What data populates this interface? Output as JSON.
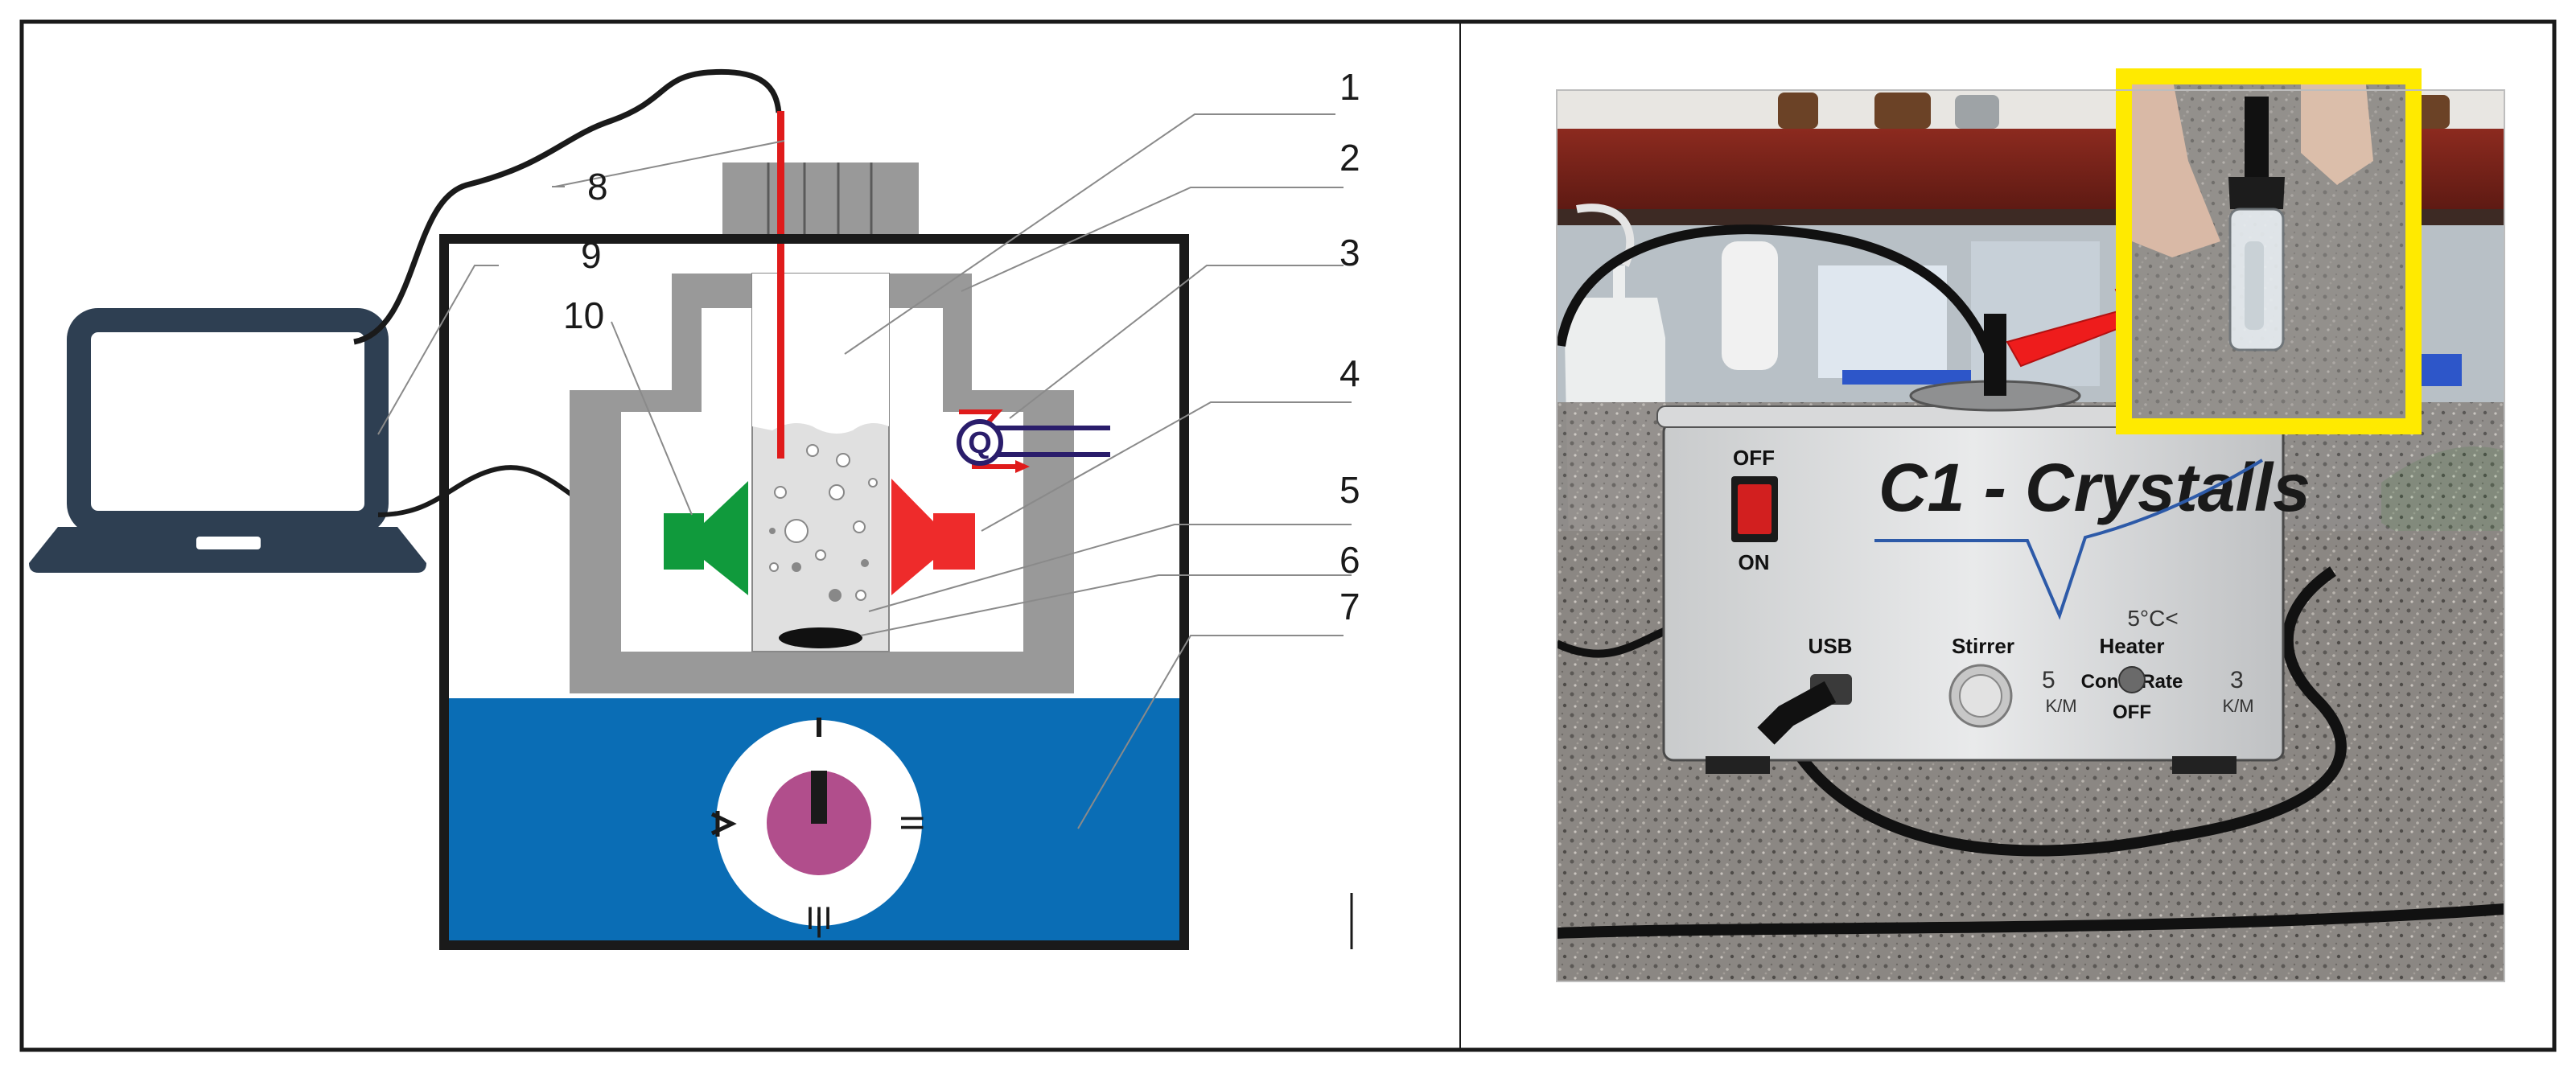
{
  "callouts": {
    "c1": "1",
    "c2": "2",
    "c3": "3",
    "c4": "4",
    "c5": "5",
    "c6": "6",
    "c7": "7",
    "c8": "8",
    "c9": "9",
    "c10": "10"
  },
  "qmeter": {
    "label": "Q"
  },
  "dial": {
    "ticks": [
      "I",
      "II",
      "III"
    ]
  },
  "device": {
    "brand": "C1 - Crystalls",
    "off_label": "OFF",
    "on_label": "ON",
    "usb_label": "USB",
    "stirrer_label": "Stirrer",
    "heater_label": "Heater",
    "handwritten_temp": "5°C<",
    "handwritten_left": "5",
    "handwritten_right": "3",
    "const_rate_label": "Const  Rate",
    "unit_left": "K/M",
    "unit_right": "K/M",
    "heater_off_label": "OFF"
  },
  "colors": {
    "frame": "#1a1a1a",
    "chamber_gray": "#999999",
    "bath_blue": "#0a6db5",
    "probe_red": "#e01b1b",
    "detector_green": "#109a3c",
    "source_red": "#ee2b2b",
    "knob_purple": "#b14e8c",
    "highlight_yellow": "#ffea00",
    "laptop": "#2e3f52"
  }
}
